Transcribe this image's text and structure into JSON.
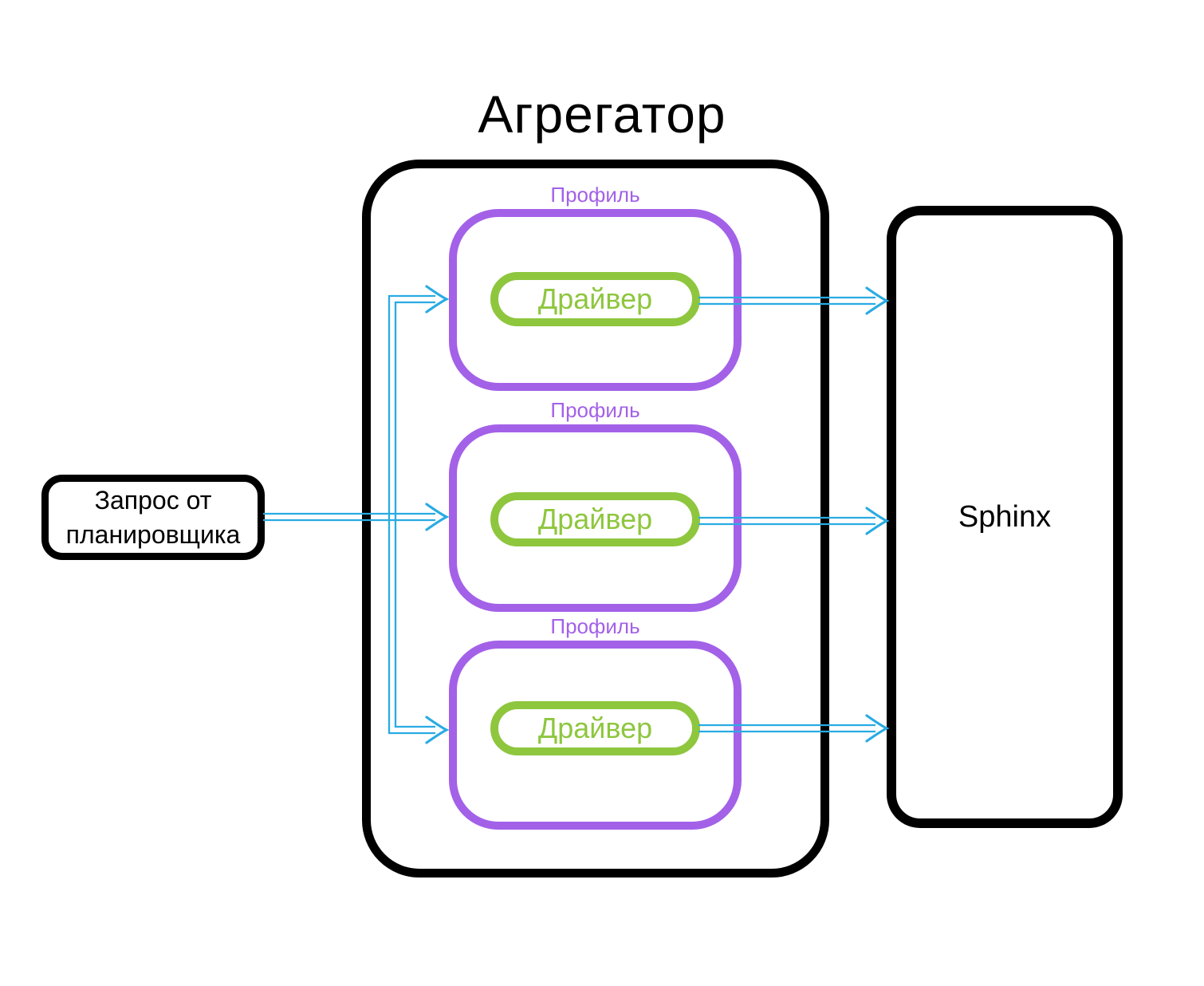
{
  "title": "Агрегатор",
  "colors": {
    "black": "#000000",
    "purple": "#a361e8",
    "green": "#8ec63e",
    "cyan": "#29abe2",
    "bg": "#ffffff"
  },
  "scheduler": {
    "label": "Запрос от планировщика"
  },
  "aggregator": {
    "profiles": [
      {
        "label": "Профиль",
        "driver": "Драйвер"
      },
      {
        "label": "Профиль",
        "driver": "Драйвер"
      },
      {
        "label": "Профиль",
        "driver": "Драйвер"
      }
    ]
  },
  "sphinx": {
    "label": "Sphinx"
  },
  "edges": [
    {
      "from": "scheduler",
      "to": "profile-1"
    },
    {
      "from": "scheduler",
      "to": "profile-2"
    },
    {
      "from": "scheduler",
      "to": "profile-3"
    },
    {
      "from": "driver-1",
      "to": "sphinx"
    },
    {
      "from": "driver-2",
      "to": "sphinx"
    },
    {
      "from": "driver-3",
      "to": "sphinx"
    }
  ]
}
